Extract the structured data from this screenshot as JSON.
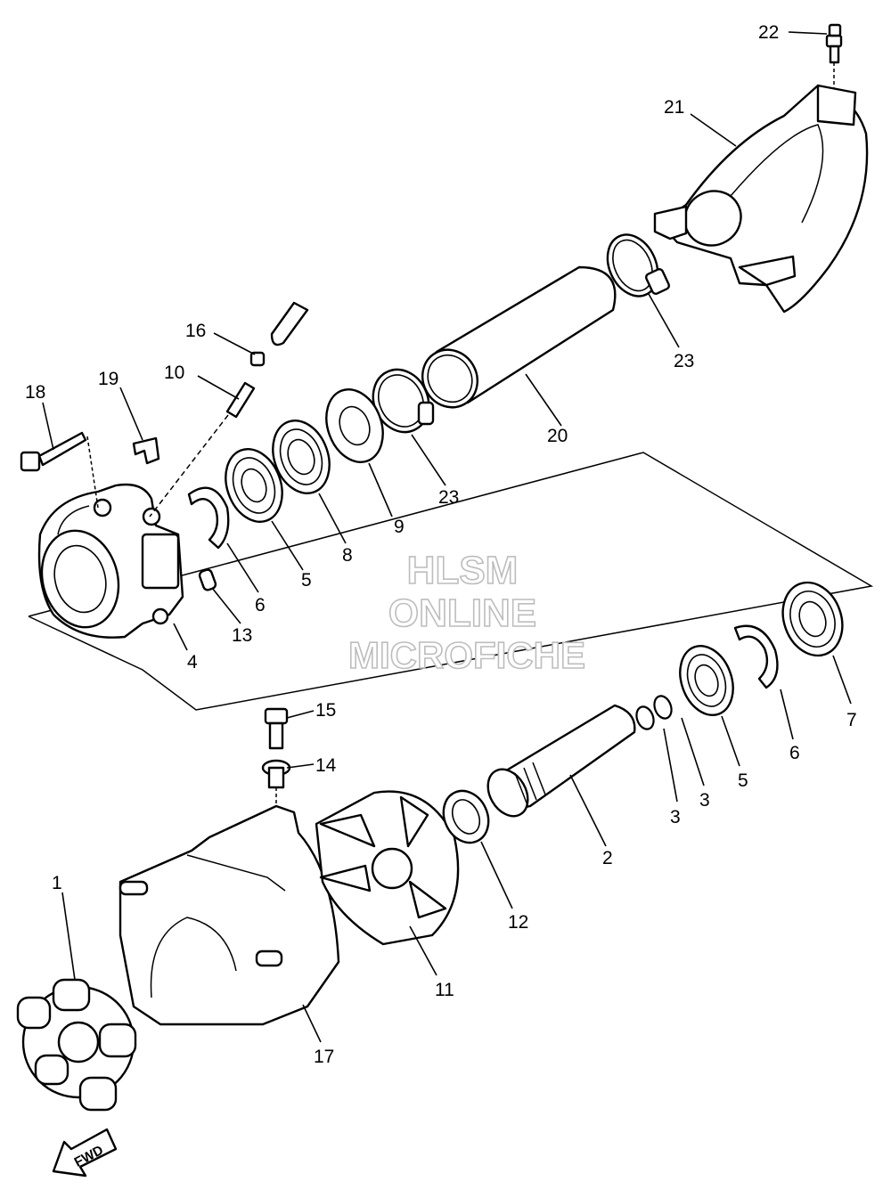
{
  "watermark": {
    "line1": "HLSM",
    "line2": "ONLINE",
    "line3": "MICROFICHE"
  },
  "fwd_label": "FWD",
  "callouts": [
    {
      "id": "c1",
      "text": "1"
    },
    {
      "id": "c2",
      "text": "2"
    },
    {
      "id": "c3a",
      "text": "3"
    },
    {
      "id": "c3b",
      "text": "3"
    },
    {
      "id": "c4",
      "text": "4"
    },
    {
      "id": "c5a",
      "text": "5"
    },
    {
      "id": "c5b",
      "text": "5"
    },
    {
      "id": "c6a",
      "text": "6"
    },
    {
      "id": "c6b",
      "text": "6"
    },
    {
      "id": "c7",
      "text": "7"
    },
    {
      "id": "c8",
      "text": "8"
    },
    {
      "id": "c9",
      "text": "9"
    },
    {
      "id": "c10",
      "text": "10"
    },
    {
      "id": "c11",
      "text": "11"
    },
    {
      "id": "c12",
      "text": "12"
    },
    {
      "id": "c13",
      "text": "13"
    },
    {
      "id": "c14",
      "text": "14"
    },
    {
      "id": "c15",
      "text": "15"
    },
    {
      "id": "c16",
      "text": "16"
    },
    {
      "id": "c17",
      "text": "17"
    },
    {
      "id": "c18",
      "text": "18"
    },
    {
      "id": "c19",
      "text": "19"
    },
    {
      "id": "c20",
      "text": "20"
    },
    {
      "id": "c21",
      "text": "21"
    },
    {
      "id": "c22",
      "text": "22"
    },
    {
      "id": "c23a",
      "text": "23"
    },
    {
      "id": "c23b",
      "text": "23"
    }
  ]
}
